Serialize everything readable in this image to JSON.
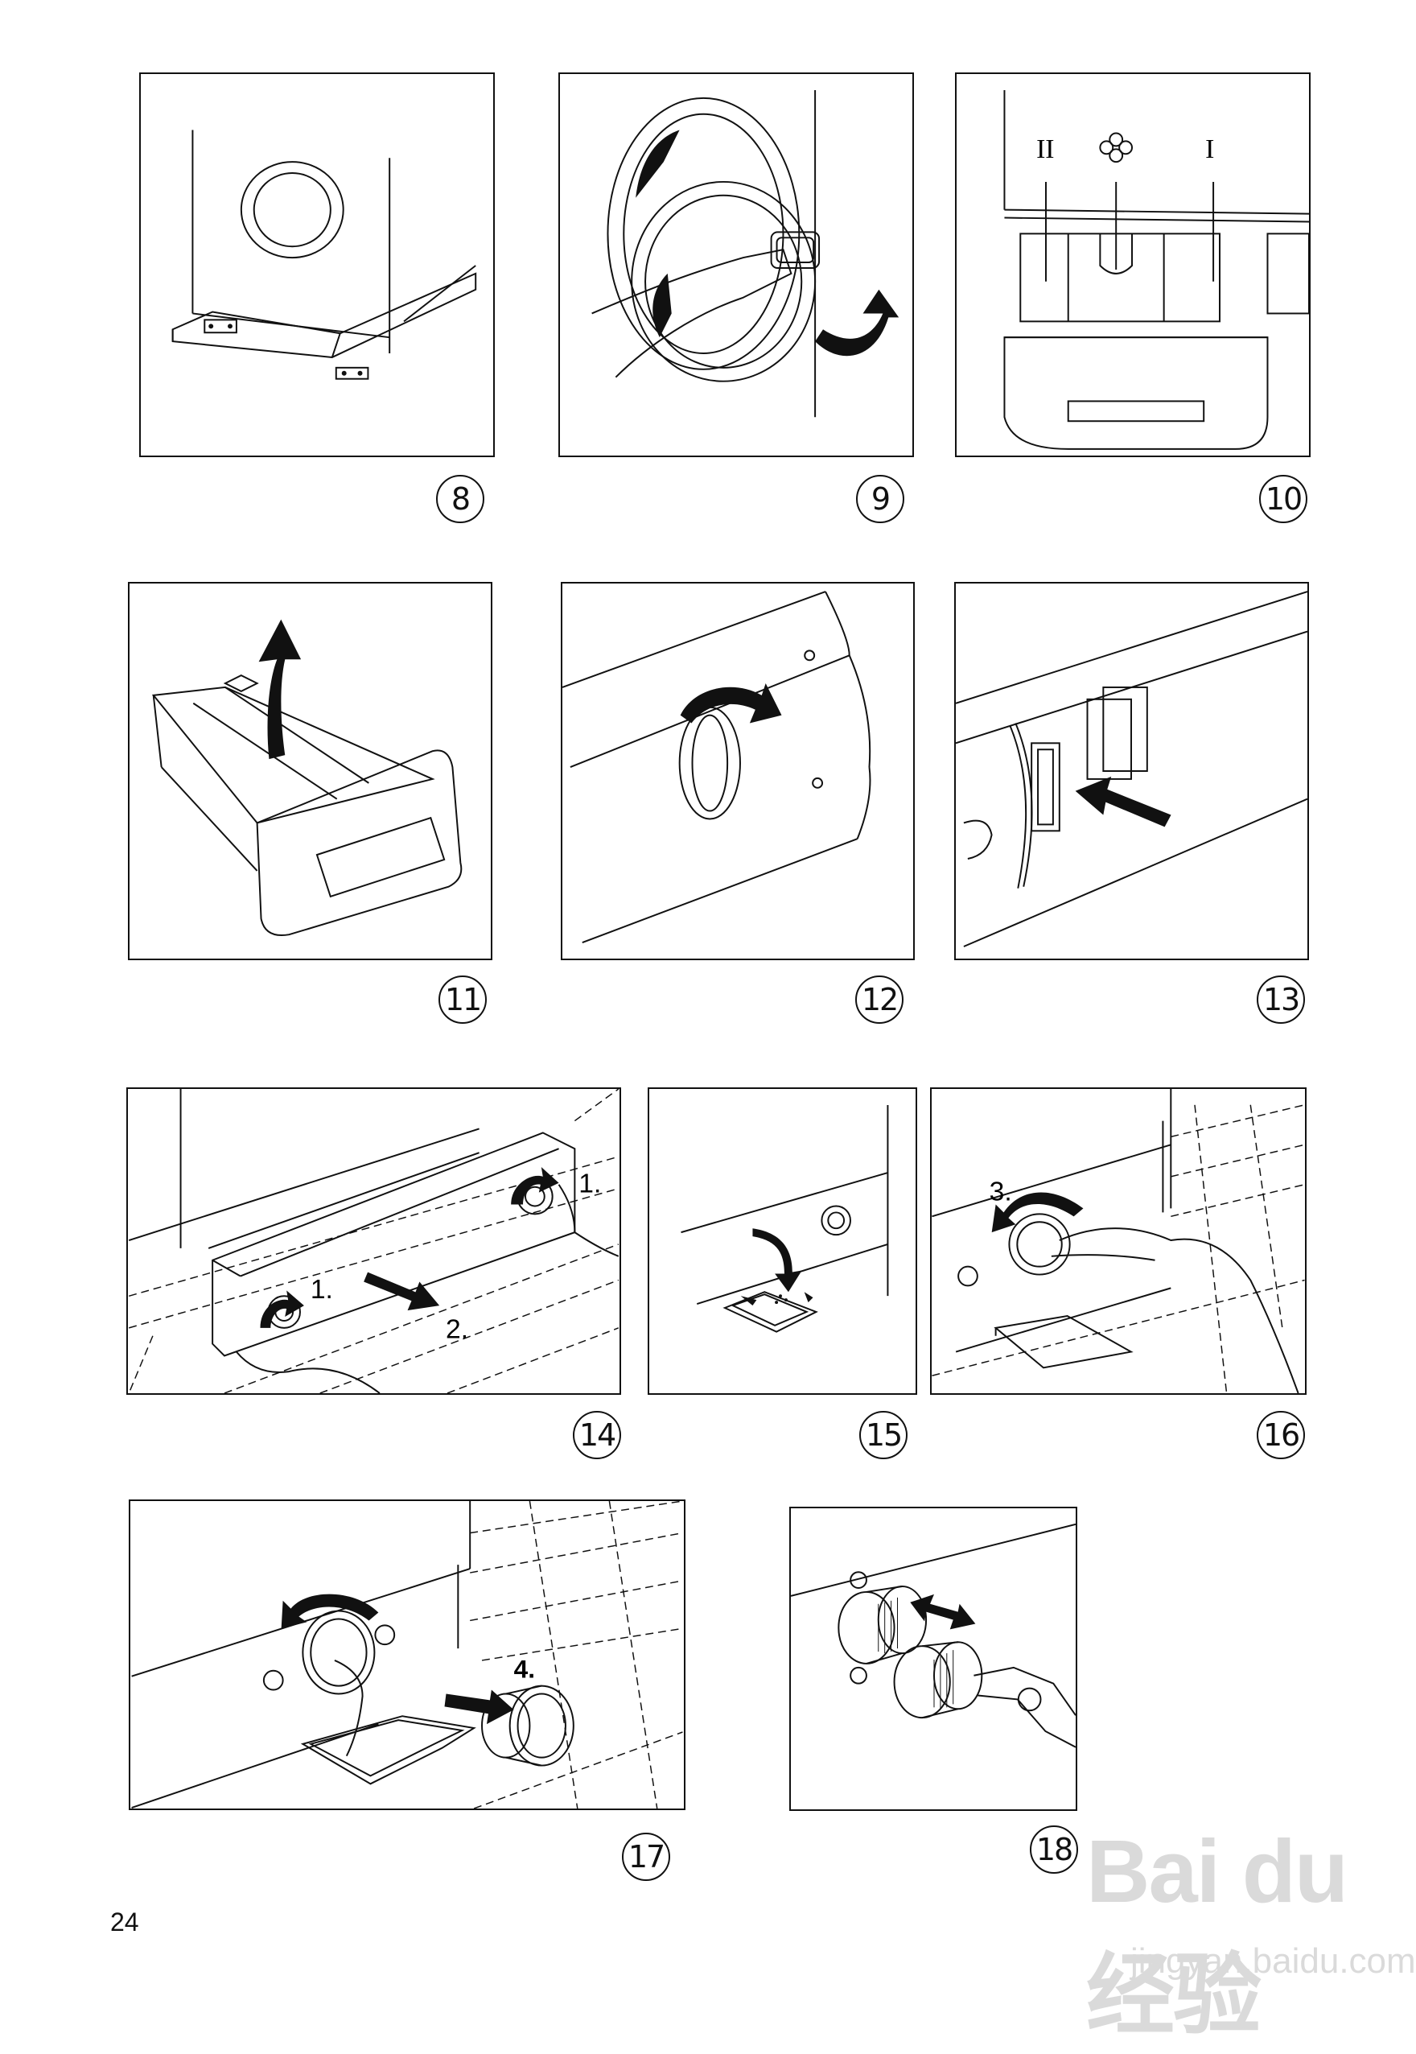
{
  "page_number": "24",
  "figures": [
    {
      "id": "fig-8",
      "number": "8"
    },
    {
      "id": "fig-9",
      "number": "9"
    },
    {
      "id": "fig-10",
      "number": "10",
      "labels": {
        "left": "II",
        "right": "I"
      }
    },
    {
      "id": "fig-11",
      "number": "11"
    },
    {
      "id": "fig-12",
      "number": "12"
    },
    {
      "id": "fig-13",
      "number": "13"
    },
    {
      "id": "fig-14",
      "number": "14",
      "labels": {
        "step1_right": "1.",
        "step1_left": "1.",
        "step2": "2."
      }
    },
    {
      "id": "fig-15",
      "number": "15"
    },
    {
      "id": "fig-16",
      "number": "16",
      "labels": {
        "step3": "3."
      }
    },
    {
      "id": "fig-17",
      "number": "17",
      "labels": {
        "step4": "4."
      }
    },
    {
      "id": "fig-18",
      "number": "18"
    }
  ],
  "watermark": {
    "logo": "Bai du 经验",
    "url": "jingyan.baidu.com"
  }
}
